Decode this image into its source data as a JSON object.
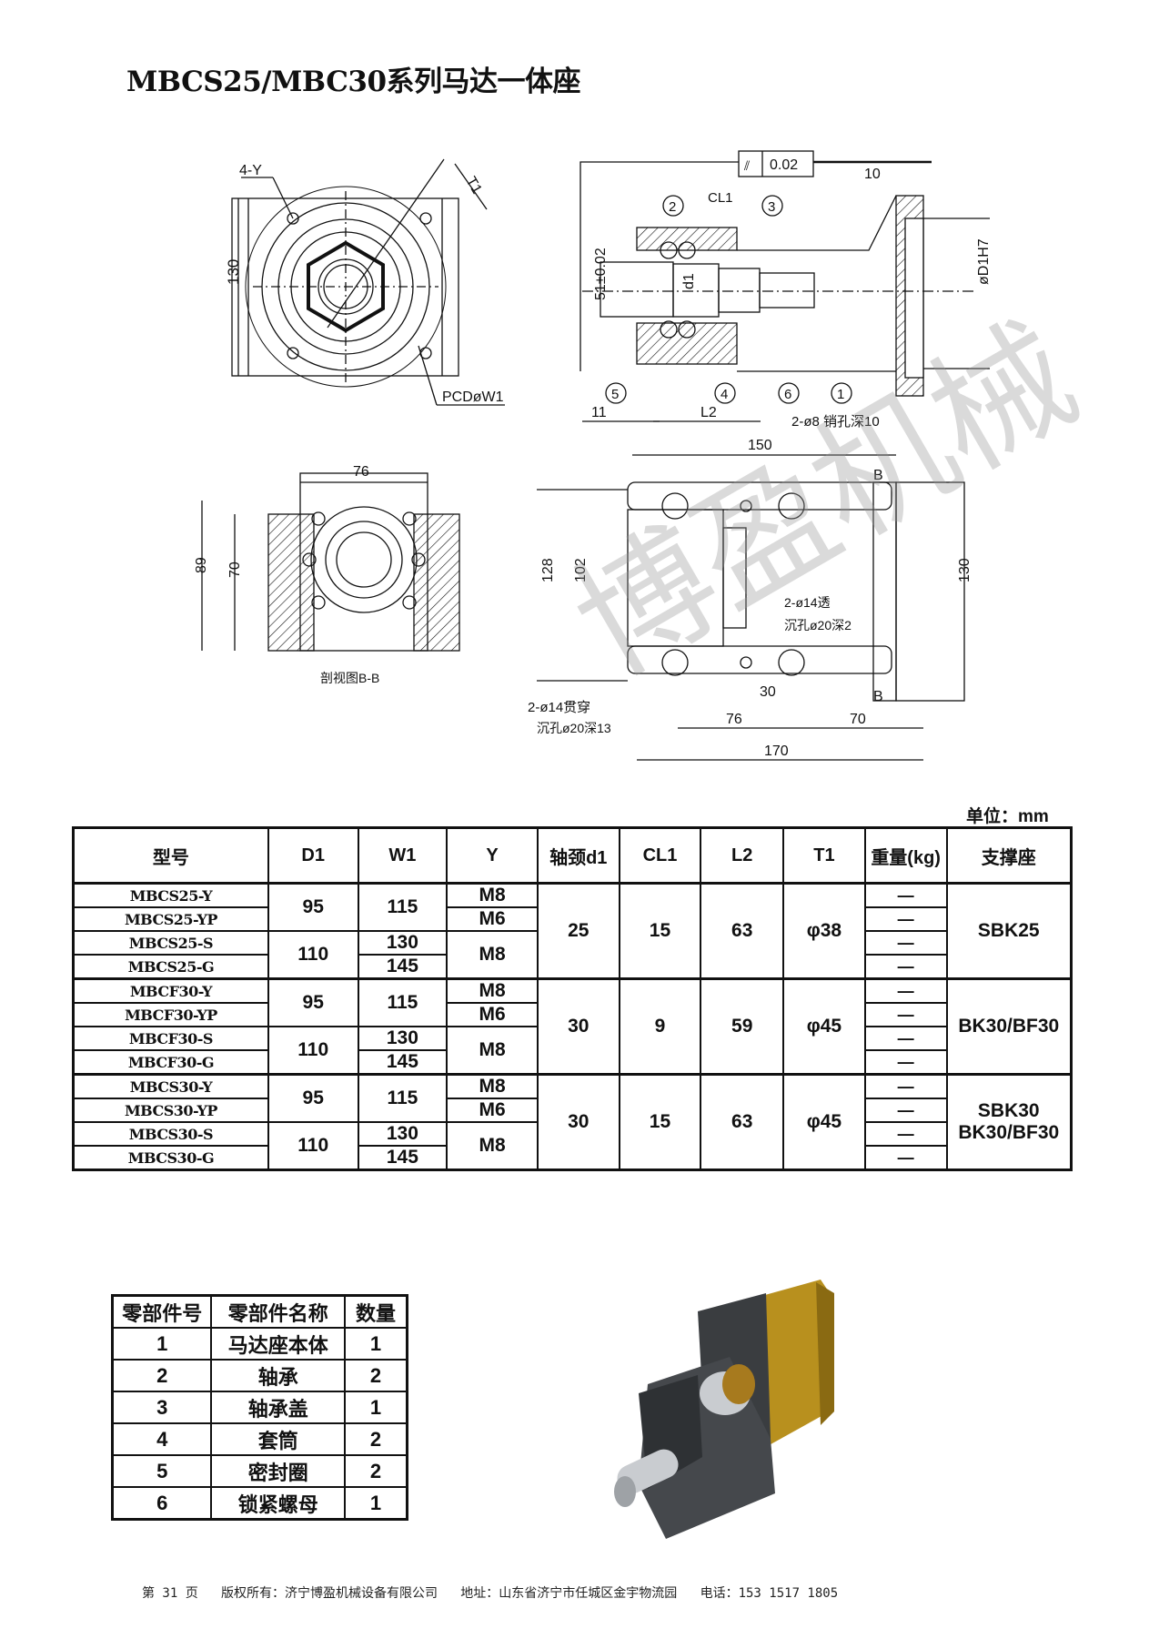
{
  "title": "MBCS25/MBC30系列马达一体座",
  "drawing": {
    "front": {
      "holes": "4-Y",
      "t1": "T1",
      "height": "130",
      "pcd": "PCDøW1"
    },
    "side": {
      "tolerance": "0.02",
      "flange": "10",
      "cl1": "CL1",
      "d1": "d1",
      "center": "51±0.02",
      "bore": "øD1H7",
      "dim11": "11",
      "l2": "L2",
      "pin": "2-ø8 销孔深10",
      "length": "150",
      "callouts": [
        "1",
        "2",
        "3",
        "4",
        "5",
        "6"
      ]
    },
    "section": {
      "width": "76",
      "h89": "89",
      "h70": "70",
      "caption": "剖视图B-B"
    },
    "top": {
      "h128": "128",
      "h102": "102",
      "h130": "130",
      "b_top": "B",
      "b_bottom": "B",
      "hole1": "2-ø14透",
      "hole1b": "沉孔ø20深2",
      "hole2": "2-ø14贯穿",
      "hole2b": "沉孔ø20深13",
      "d30": "30",
      "d76": "76",
      "d70": "70",
      "d170": "170"
    }
  },
  "unit": "单位：mm",
  "spec_table": {
    "headers": [
      "型号",
      "D1",
      "W1",
      "Y",
      "轴颈d1",
      "CL1",
      "L2",
      "T1",
      "重量(kg)",
      "支撑座"
    ],
    "groups": [
      {
        "models": [
          "MBCS25-Y",
          "MBCS25-YP",
          "MBCS25-S",
          "MBCS25-G"
        ],
        "d1_pairs": [
          "95",
          "110"
        ],
        "w1": [
          "115",
          "130",
          "145"
        ],
        "y": [
          "M8",
          "M6",
          "M8"
        ],
        "shaft": "25",
        "cl1": "15",
        "l2": "63",
        "t1": "φ38",
        "weight": [
          "—",
          "—",
          "—",
          "—"
        ],
        "support": "SBK25"
      },
      {
        "models": [
          "MBCF30-Y",
          "MBCF30-YP",
          "MBCF30-S",
          "MBCF30-G"
        ],
        "d1_pairs": [
          "95",
          "110"
        ],
        "w1": [
          "115",
          "130",
          "145"
        ],
        "y": [
          "M8",
          "M6",
          "M8"
        ],
        "shaft": "30",
        "cl1": "9",
        "l2": "59",
        "t1": "φ45",
        "weight": [
          "—",
          "—",
          "—",
          "—"
        ],
        "support": "BK30/BF30"
      },
      {
        "models": [
          "MBCS30-Y",
          "MBCS30-YP",
          "MBCS30-S",
          "MBCS30-G"
        ],
        "d1_pairs": [
          "95",
          "110"
        ],
        "w1": [
          "115",
          "130",
          "145"
        ],
        "y": [
          "M8",
          "M6",
          "M8"
        ],
        "shaft": "30",
        "cl1": "15",
        "l2": "63",
        "t1": "φ45",
        "weight": [
          "—",
          "—",
          "—",
          "—"
        ],
        "support": "SBK30 BK30/BF30"
      }
    ]
  },
  "parts_table": {
    "headers": [
      "零部件号",
      "零部件名称",
      "数量"
    ],
    "rows": [
      [
        "1",
        "马达座本体",
        "1"
      ],
      [
        "2",
        "轴承",
        "2"
      ],
      [
        "3",
        "轴承盖",
        "1"
      ],
      [
        "4",
        "套筒",
        "2"
      ],
      [
        "5",
        "密封圈",
        "2"
      ],
      [
        "6",
        "锁紧螺母",
        "1"
      ]
    ]
  },
  "watermark": "博盈机械",
  "footer": "第 31 页   版权所有：济宁博盈机械设备有限公司   地址：山东省济宁市任城区金宇物流园   电话：153 1517 1805",
  "colors": {
    "motor_gold": "#b8901e",
    "housing_gray": "#3a3d40",
    "shaft_silver": "#c9ccd0"
  }
}
